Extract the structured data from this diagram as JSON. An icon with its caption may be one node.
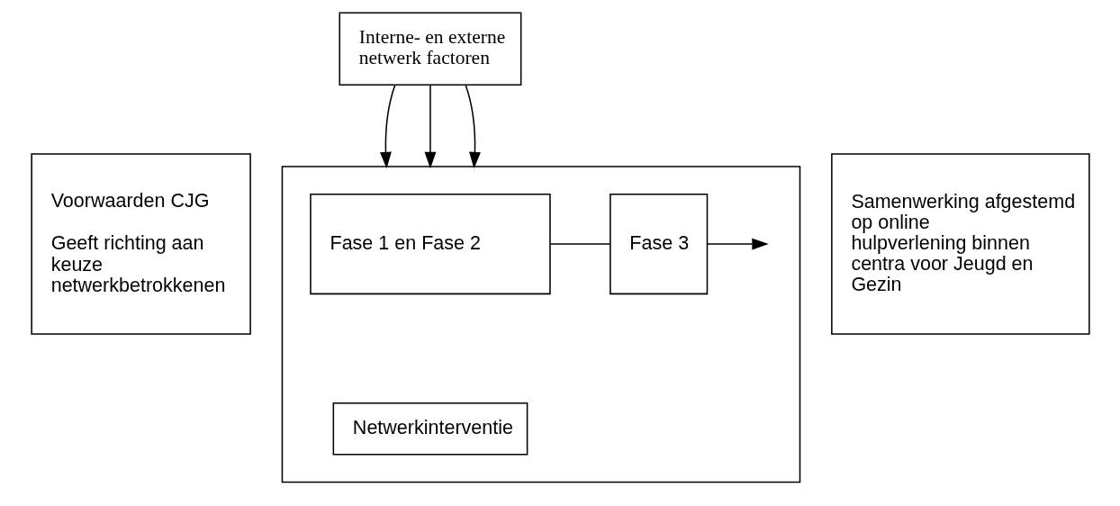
{
  "diagram": {
    "nodes": [
      {
        "text": [
          "Interne- en externe netwerk factoren"
        ]
      },
      {
        "text": [
          "Voorwaarden CJG",
          "Geeft richting aan keuze netwerkbetrokkenen"
        ]
      },
      {
        "text": [],
        "shape": "box"
      },
      {
        "text": [
          "Fase 1 en Fase 2"
        ],
        "in": 2
      },
      {
        "text": [
          "Fase 3"
        ],
        "in": 2
      },
      {
        "text": [
          "Netwerkinterventie"
        ],
        "in": 2
      },
      {
        "text": [
          "Samenwerking afgestemd op online hulpverlening binnen centra voor Jeugd en Gezin"
        ]
      }
    ],
    "edges": [
      {
        "from": 0,
        "to": 2,
        "arrow": "to"
      },
      {
        "from": 0,
        "to": 2,
        "arrow": "to"
      },
      {
        "from": 0,
        "to": 2,
        "arrow": "to"
      },
      {
        "from": 3,
        "to": 4,
        "arrow": "none"
      },
      {
        "from": 4,
        "to": null,
        "arrow": "to"
      }
    ]
  }
}
